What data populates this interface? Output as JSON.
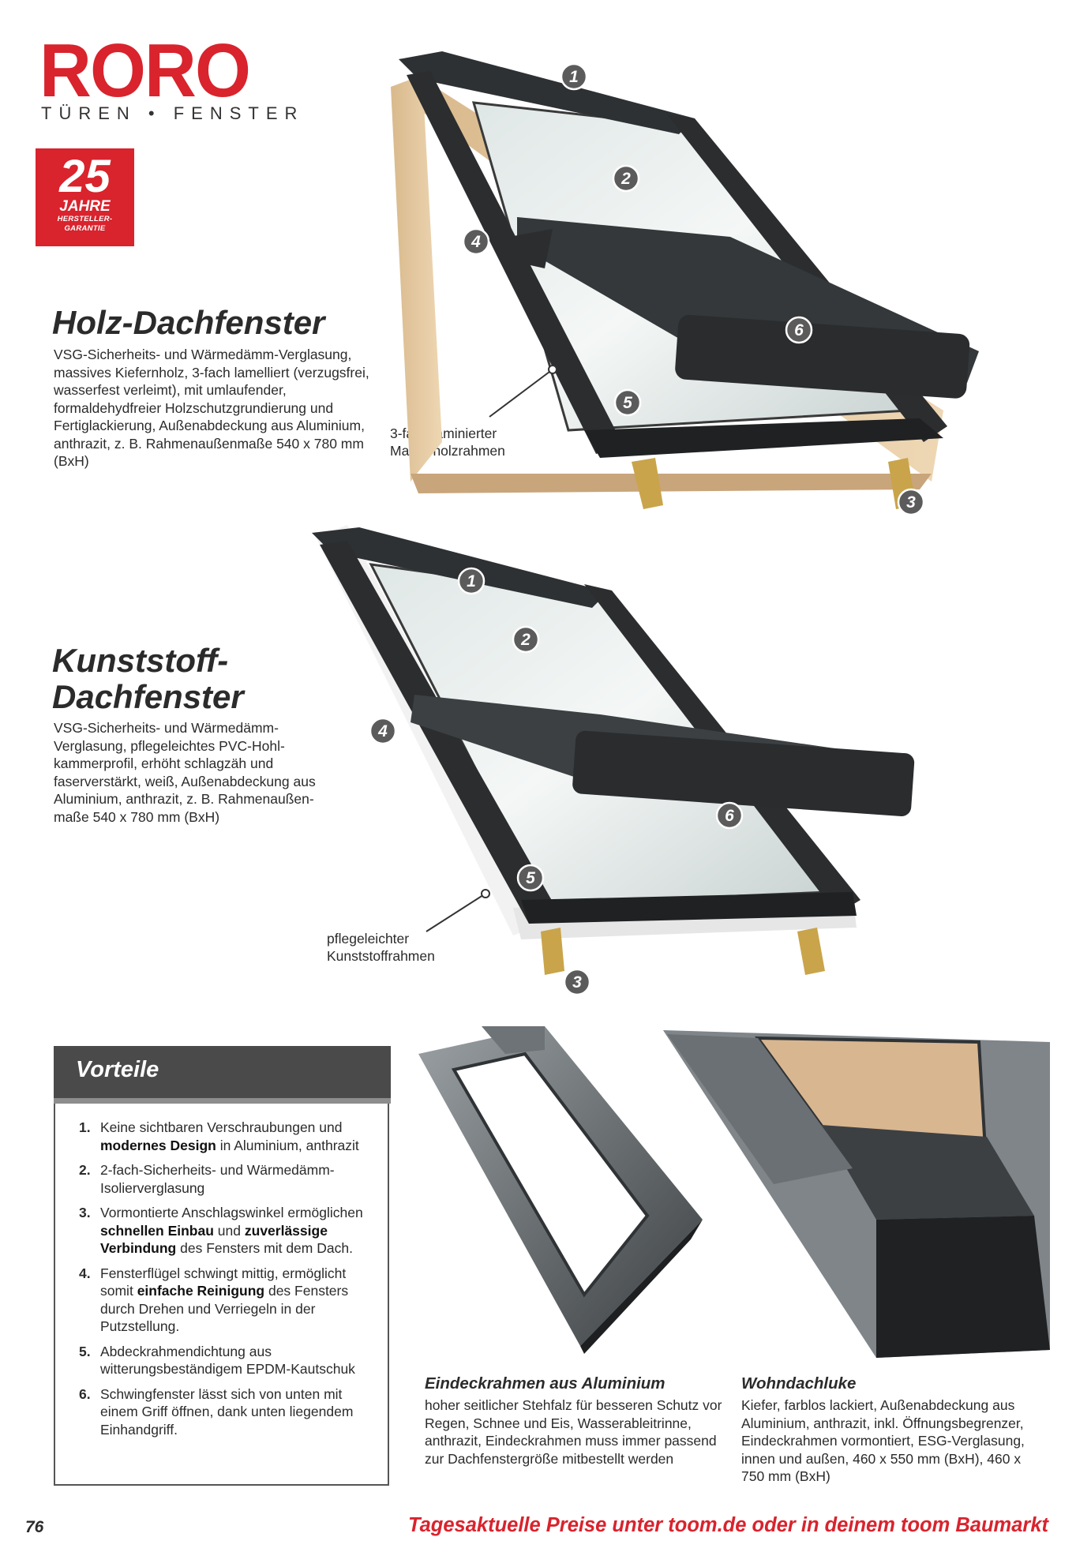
{
  "brand": {
    "logo": "RORO",
    "subline": "TÜREN • FENSTER",
    "badge_number": "25",
    "badge_years": "JAHRE",
    "badge_line1": "HERSTELLER-",
    "badge_line2": "GARANTIE"
  },
  "product1": {
    "title": "Holz-Dachfenster",
    "description": "VSG-Sicherheits- und Wärmedämm-Verglasung, massives Kiefernholz, 3-fach lamelliert (verzugsfrei, wasserfest verleimt), mit umlaufen­der, formaldehydfreier Holzschutzgrundierung und Fertiglackierung, Außenabdeckung aus Aluminium, anthrazit, z. B. Rahmenaußenmaße 540 x 780 mm (BxH)",
    "callout": "3-fach laminierter\nMassivholzrahmen"
  },
  "product2": {
    "title_line1": "Kunststoff-",
    "title_line2": "Dachfenster",
    "description": "VSG-Sicherheits- und Wärmedämm-Verglasung, pflegeleichtes PVC-Hohl­kammerprofil, erhöht schlagzäh und faserverstärkt, weiß, Außenabdeckung aus Aluminium, anthrazit, z. B. Rahmenaußen­maße 540 x 780 mm (BxH)",
    "callout": "pflegeleichter\nKunststoffrahmen"
  },
  "markers": [
    "1",
    "2",
    "3",
    "4",
    "5",
    "6"
  ],
  "vorteile": {
    "title": "Vorteile",
    "items": [
      {
        "n": "1.",
        "parts": [
          {
            "t": "Keine sichtbaren Verschraubungen und "
          },
          {
            "t": "modernes Design",
            "b": true
          },
          {
            "t": " in Aluminium, anthrazit"
          }
        ]
      },
      {
        "n": "2.",
        "parts": [
          {
            "t": "2-fach-Sicherheits- und Wärmedämm-Isolierverglasung"
          }
        ]
      },
      {
        "n": "3.",
        "parts": [
          {
            "t": "Vormontierte Anschlagswinkel ermöglichen "
          },
          {
            "t": "schnellen Einbau",
            "b": true
          },
          {
            "t": " und "
          },
          {
            "t": "zuverlässige Verbindung",
            "b": true
          },
          {
            "t": " des Fensters mit dem Dach."
          }
        ]
      },
      {
        "n": "4.",
        "parts": [
          {
            "t": "Fensterflügel schwingt mittig, ermöglicht somit "
          },
          {
            "t": "einfache Reinigung",
            "b": true
          },
          {
            "t": " des Fensters durch Drehen und Verriegeln in der Putzstellung."
          }
        ]
      },
      {
        "n": "5.",
        "parts": [
          {
            "t": "Abdeckrahmendichtung aus witterungsbeständigem EPDM-Kautschuk"
          }
        ]
      },
      {
        "n": "6.",
        "parts": [
          {
            "t": "Schwingfenster lässt sich von unten mit einem Griff öffnen, dank unten liegendem Einhandgriff."
          }
        ]
      }
    ]
  },
  "accessory1": {
    "title": "Eindeckrahmen aus Aluminium",
    "description": "hoher seitlicher Stehfalz für besseren Schutz vor Regen, Schnee und Eis, Wasserableitrinne, anthrazit, Eindeckrahmen muss immer passend zur Dachfenstergröße mitbestellt werden"
  },
  "accessory2": {
    "title": "Wohndachluke",
    "description": "Kiefer, farblos lackiert, Außenabdeckung aus Aluminium, anthrazit, inkl. Öffnungsbegrenzer, Eindeckrahmen vormontiert, ESG-Verglasung, innen und außen, 460 x 550 mm (BxH), 460 x 750 mm (BxH)"
  },
  "page_number": "76",
  "footer": "Tagesaktuelle Preise unter toom.de oder in deinem toom Baumarkt"
}
